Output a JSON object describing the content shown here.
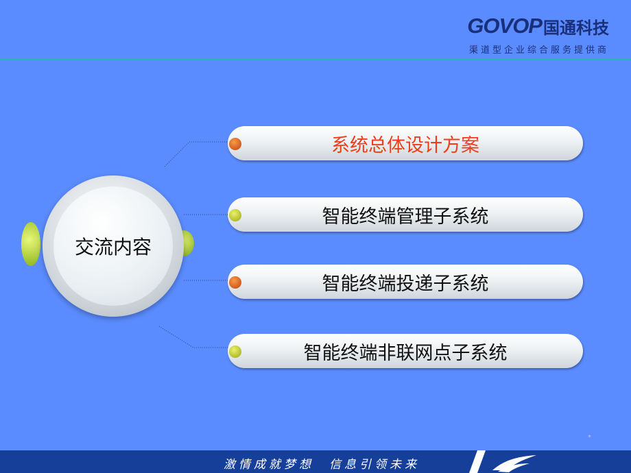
{
  "brand": {
    "logo_en": "GOVOP",
    "logo_cn": "国通科技",
    "tagline": "渠道型企业综合服务提供商"
  },
  "center": {
    "label": "交流内容"
  },
  "items": [
    {
      "label": "系统总体设计方案",
      "dot": "orange",
      "active": true
    },
    {
      "label": "智能终端管理子系统",
      "dot": "green",
      "active": false
    },
    {
      "label": "智能终端投递子系统",
      "dot": "orange",
      "active": false
    },
    {
      "label": "智能终端非联网点子系统",
      "dot": "green",
      "active": false
    }
  ],
  "footer": {
    "slogan": "激情成就梦想　信息引领未来"
  },
  "page_mark": "*",
  "colors": {
    "background": "#5b8cff",
    "accent_line": "#2fb5a5",
    "footer": "#163f9a",
    "active_text": "#ef3d1a"
  }
}
